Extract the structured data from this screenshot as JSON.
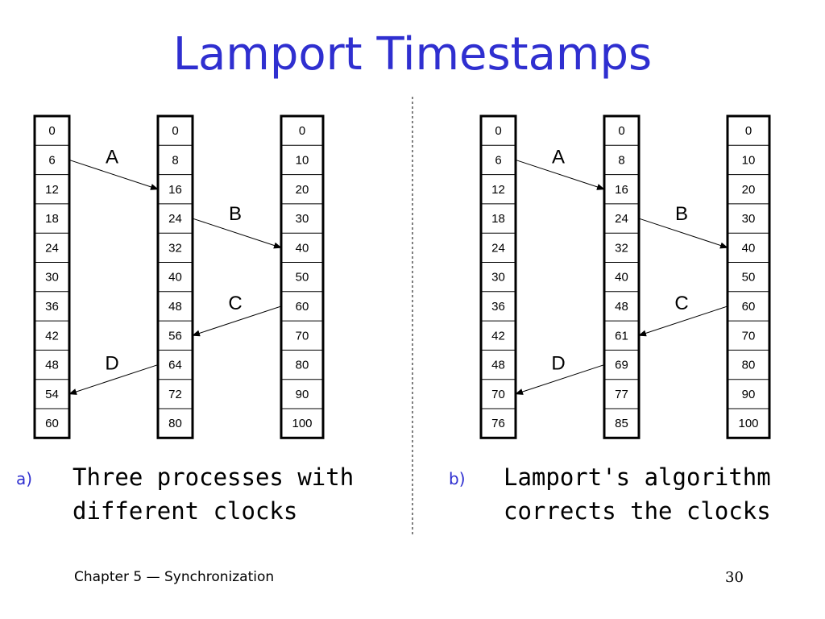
{
  "title": "Lamport Timestamps",
  "panels": [
    {
      "caption_letter": "a)",
      "caption_text": "Three processes with different clocks",
      "processes": [
        {
          "values": [
            "0",
            "6",
            "12",
            "18",
            "24",
            "30",
            "36",
            "42",
            "48",
            "54",
            "60"
          ]
        },
        {
          "values": [
            "0",
            "8",
            "16",
            "24",
            "32",
            "40",
            "48",
            "56",
            "64",
            "72",
            "80"
          ]
        },
        {
          "values": [
            "0",
            "10",
            "20",
            "30",
            "40",
            "50",
            "60",
            "70",
            "80",
            "90",
            "100"
          ]
        }
      ],
      "messages": [
        {
          "label": "A",
          "from_process": 0,
          "from_row": 1,
          "to_process": 1,
          "to_row": 2
        },
        {
          "label": "B",
          "from_process": 1,
          "from_row": 3,
          "to_process": 2,
          "to_row": 4
        },
        {
          "label": "C",
          "from_process": 2,
          "from_row": 6,
          "to_process": 1,
          "to_row": 7
        },
        {
          "label": "D",
          "from_process": 1,
          "from_row": 8,
          "to_process": 0,
          "to_row": 9
        }
      ]
    },
    {
      "caption_letter": "b)",
      "caption_text": "Lamport's algorithm corrects the clocks",
      "processes": [
        {
          "values": [
            "0",
            "6",
            "12",
            "18",
            "24",
            "30",
            "36",
            "42",
            "48",
            "70",
            "76"
          ]
        },
        {
          "values": [
            "0",
            "8",
            "16",
            "24",
            "32",
            "40",
            "48",
            "61",
            "69",
            "77",
            "85"
          ]
        },
        {
          "values": [
            "0",
            "10",
            "20",
            "30",
            "40",
            "50",
            "60",
            "70",
            "80",
            "90",
            "100"
          ]
        }
      ],
      "messages": [
        {
          "label": "A",
          "from_process": 0,
          "from_row": 1,
          "to_process": 1,
          "to_row": 2
        },
        {
          "label": "B",
          "from_process": 1,
          "from_row": 3,
          "to_process": 2,
          "to_row": 4
        },
        {
          "label": "C",
          "from_process": 2,
          "from_row": 6,
          "to_process": 1,
          "to_row": 7
        },
        {
          "label": "D",
          "from_process": 1,
          "from_row": 8,
          "to_process": 0,
          "to_row": 9
        }
      ]
    }
  ],
  "footer": {
    "chapter": "Chapter 5",
    "dash": "—",
    "topic": "Synchronization",
    "page_number": "30"
  }
}
